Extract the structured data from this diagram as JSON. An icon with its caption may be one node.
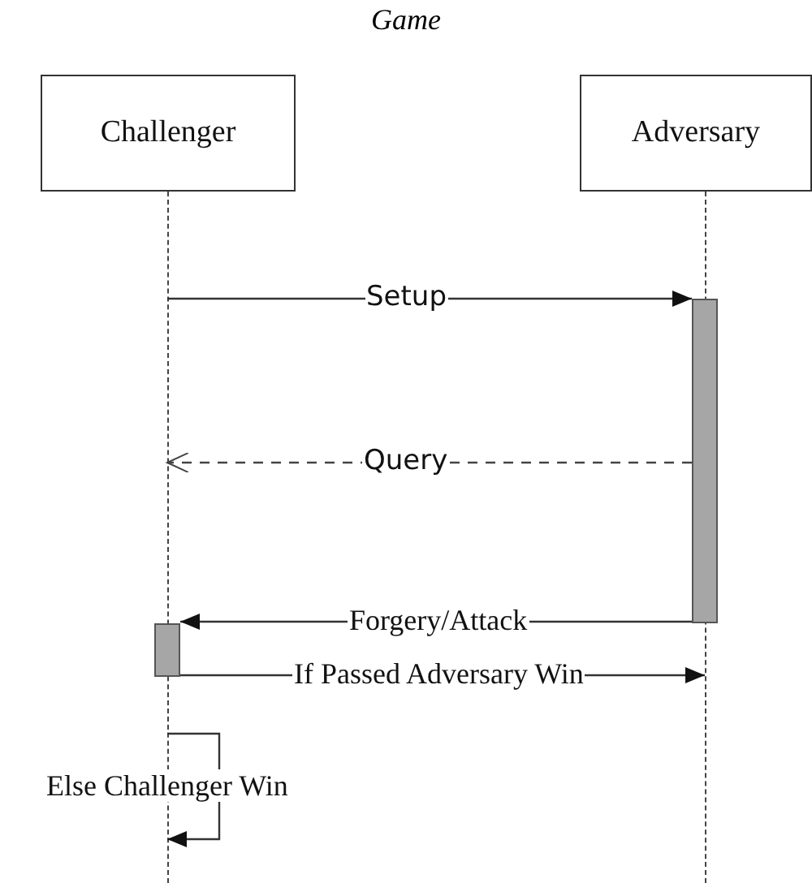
{
  "diagram": {
    "title": "Game",
    "nodes": [
      {
        "text": [
          "Challenger"
        ]
      },
      {
        "text": [
          "Adversary"
        ]
      },
      {
        "text": [],
        "shape": "line"
      },
      {
        "text": [],
        "shape": "line"
      },
      {
        "text": [],
        "shape": "bar"
      },
      {
        "text": [],
        "shape": "bar"
      }
    ],
    "edges": [
      {
        "from": 2,
        "to": 4,
        "arrow": "to",
        "label": "Setup"
      },
      {
        "from": 4,
        "to": 2,
        "arrow": "to",
        "label": "Query",
        "style": "dashed"
      },
      {
        "from": 4,
        "to": 5,
        "arrow": "to",
        "label": "Forgery/Attack"
      },
      {
        "from": 5,
        "to": 3,
        "arrow": "to",
        "label": "If Passed Adversary Win"
      },
      {
        "from": 2,
        "to": 2,
        "arrow": "to",
        "label": "Else Challenger Win"
      }
    ]
  }
}
